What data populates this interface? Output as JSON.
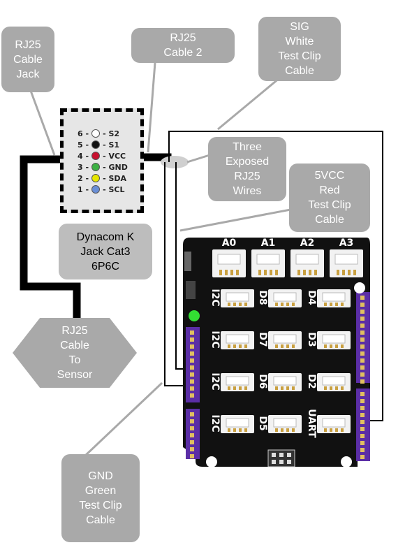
{
  "callouts": {
    "rj25_jack": [
      "RJ25",
      "Cable",
      "Jack"
    ],
    "rj25_cable2": [
      "RJ25",
      "Cable 2"
    ],
    "sig_white": [
      "SIG",
      "White",
      "Test Clip",
      "Cable"
    ],
    "three_exposed": [
      "Three",
      "Exposed",
      "RJ25",
      "Wires"
    ],
    "vcc_red": [
      "5VCC",
      "Red",
      "Test Clip",
      "Cable"
    ],
    "dynacom": [
      "Dynacom K",
      "Jack Cat3",
      "6P6C"
    ],
    "to_sensor": [
      "RJ25",
      "Cable",
      "To",
      "Sensor"
    ],
    "gnd_green": [
      "GND",
      "Green",
      "Test Clip",
      "Cable"
    ]
  },
  "jack_pins": [
    {
      "num": "6",
      "name": "S2",
      "color": "#ffffff"
    },
    {
      "num": "5",
      "name": "S1",
      "color": "#111111"
    },
    {
      "num": "4",
      "name": "VCC",
      "color": "#c8102e"
    },
    {
      "num": "3",
      "name": "GND",
      "color": "#3cb043"
    },
    {
      "num": "2",
      "name": "SDA",
      "color": "#e6e600"
    },
    {
      "num": "1",
      "name": "SCL",
      "color": "#6a8fd6"
    }
  ],
  "board": {
    "analog_ports": [
      "A0",
      "A1",
      "A2",
      "A3"
    ],
    "row_labels": [
      [
        "I2C",
        "D8",
        "D4"
      ],
      [
        "I2C",
        "D7",
        "D3"
      ],
      [
        "I2C",
        "D6",
        "D2"
      ],
      [
        "I2C",
        "D5",
        "UART"
      ]
    ],
    "colors": {
      "pcb": "#111111",
      "header": "#5b2ea6",
      "connector": "#f2f2f2",
      "led": "#33dd33"
    }
  }
}
